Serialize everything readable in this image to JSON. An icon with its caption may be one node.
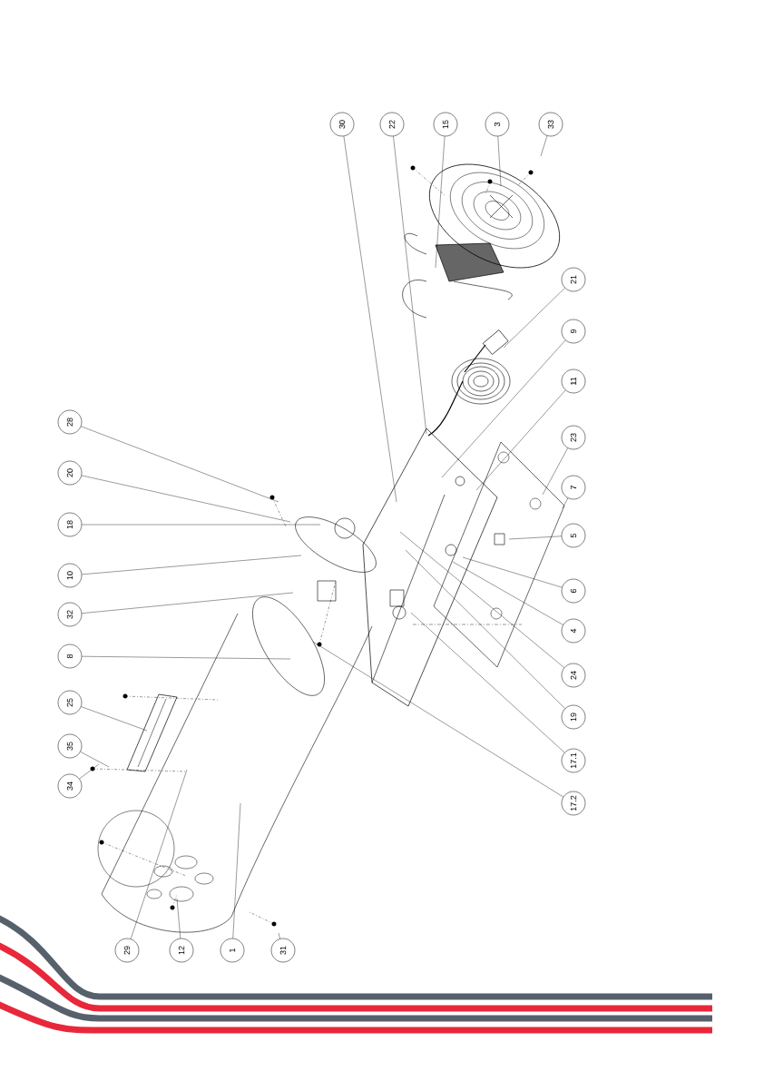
{
  "diagram": {
    "nodes": [
      {
        "text": [
          "30"
        ]
      },
      {
        "text": [
          "22"
        ]
      },
      {
        "text": [
          "15"
        ]
      },
      {
        "text": [
          "3"
        ]
      },
      {
        "text": [
          "33"
        ]
      },
      {
        "text": [
          "21"
        ]
      },
      {
        "text": [
          "9"
        ]
      },
      {
        "text": [
          "11"
        ]
      },
      {
        "text": [
          "23"
        ]
      },
      {
        "text": [
          "7"
        ]
      },
      {
        "text": [
          "5"
        ]
      },
      {
        "text": [
          "6"
        ]
      },
      {
        "text": [
          "4"
        ]
      },
      {
        "text": [
          "24"
        ]
      },
      {
        "text": [
          "19"
        ]
      },
      {
        "text": [
          "17.1"
        ]
      },
      {
        "text": [
          "17.2"
        ]
      },
      {
        "text": [
          "28"
        ]
      },
      {
        "text": [
          "20"
        ]
      },
      {
        "text": [
          "18"
        ]
      },
      {
        "text": [
          "10"
        ]
      },
      {
        "text": [
          "32"
        ]
      },
      {
        "text": [
          "8"
        ]
      },
      {
        "text": [
          "25"
        ]
      },
      {
        "text": [
          "35"
        ]
      },
      {
        "text": [
          "34"
        ]
      },
      {
        "text": [
          "29"
        ]
      },
      {
        "text": [
          "12"
        ]
      },
      {
        "text": [
          "1"
        ]
      },
      {
        "text": [
          "31"
        ]
      }
    ],
    "edges": [
      {
        "from": 0,
        "to": null,
        "arrow": "none"
      },
      {
        "from": 1,
        "to": null,
        "arrow": "none"
      },
      {
        "from": 2,
        "to": null,
        "arrow": "none"
      },
      {
        "from": 3,
        "to": null,
        "arrow": "none"
      },
      {
        "from": 4,
        "to": null,
        "arrow": "none"
      },
      {
        "from": 5,
        "to": null,
        "arrow": "none"
      },
      {
        "from": 6,
        "to": null,
        "arrow": "none"
      },
      {
        "from": 7,
        "to": null,
        "arrow": "none"
      },
      {
        "from": 8,
        "to": null,
        "arrow": "none"
      },
      {
        "from": 9,
        "to": null,
        "arrow": "none"
      },
      {
        "from": 10,
        "to": null,
        "arrow": "none"
      },
      {
        "from": 11,
        "to": null,
        "arrow": "none"
      },
      {
        "from": 12,
        "to": null,
        "arrow": "none"
      },
      {
        "from": 13,
        "to": null,
        "arrow": "none"
      },
      {
        "from": 14,
        "to": null,
        "arrow": "none"
      },
      {
        "from": 15,
        "to": null,
        "arrow": "none"
      },
      {
        "from": 16,
        "to": null,
        "arrow": "none"
      },
      {
        "from": 17,
        "to": null,
        "arrow": "none"
      },
      {
        "from": 18,
        "to": null,
        "arrow": "none"
      },
      {
        "from": 19,
        "to": null,
        "arrow": "none"
      },
      {
        "from": 20,
        "to": null,
        "arrow": "none"
      },
      {
        "from": 21,
        "to": null,
        "arrow": "none"
      },
      {
        "from": 22,
        "to": null,
        "arrow": "none"
      },
      {
        "from": 23,
        "to": null,
        "arrow": "none"
      },
      {
        "from": 24,
        "to": null,
        "arrow": "none"
      },
      {
        "from": 25,
        "to": null,
        "arrow": "none"
      },
      {
        "from": 26,
        "to": null,
        "arrow": "none"
      },
      {
        "from": 27,
        "to": null,
        "arrow": "none"
      },
      {
        "from": 28,
        "to": null,
        "arrow": "none"
      },
      {
        "from": 29,
        "to": null,
        "arrow": "none"
      }
    ]
  }
}
